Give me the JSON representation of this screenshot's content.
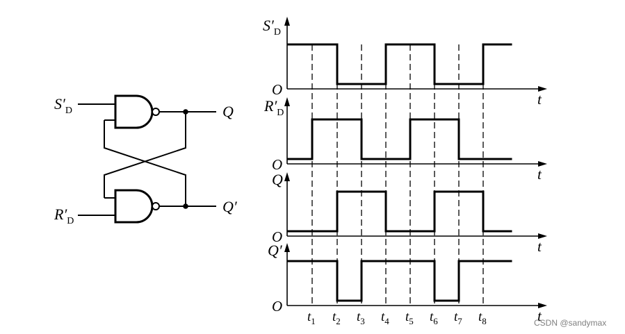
{
  "circuit": {
    "input_s": {
      "main": "S′",
      "sub": "D"
    },
    "input_r": {
      "main": "R′",
      "sub": "D"
    },
    "output_q": "Q",
    "output_q_not": "Q′"
  },
  "timing": {
    "origin_label": "O",
    "time_axis_label": "t",
    "signals": [
      {
        "main": "S′",
        "sub": "D",
        "levels": [
          1,
          1,
          0,
          0,
          1,
          1,
          0,
          0,
          1
        ]
      },
      {
        "main": "R′",
        "sub": "D",
        "levels": [
          0,
          1,
          1,
          0,
          0,
          1,
          1,
          0,
          0
        ]
      },
      {
        "main": "Q",
        "levels": [
          0,
          0,
          1,
          1,
          0,
          0,
          1,
          1,
          0
        ]
      },
      {
        "main": "Q′",
        "levels": [
          1,
          1,
          0,
          1,
          1,
          1,
          0,
          1,
          1
        ]
      }
    ],
    "time_marks": [
      {
        "main": "t",
        "sub": "1"
      },
      {
        "main": "t",
        "sub": "2"
      },
      {
        "main": "t",
        "sub": "3"
      },
      {
        "main": "t",
        "sub": "4"
      },
      {
        "main": "t",
        "sub": "5"
      },
      {
        "main": "t",
        "sub": "6"
      },
      {
        "main": "t",
        "sub": "7"
      },
      {
        "main": "t",
        "sub": "8"
      }
    ]
  },
  "watermark": "CSDN @sandymax"
}
